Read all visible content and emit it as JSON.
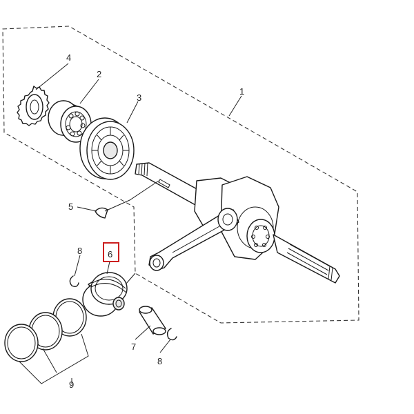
{
  "diagram": {
    "callouts": [
      {
        "id": "1",
        "label": "1"
      },
      {
        "id": "2",
        "label": "2"
      },
      {
        "id": "3",
        "label": "3"
      },
      {
        "id": "4",
        "label": "4"
      },
      {
        "id": "5",
        "label": "5"
      },
      {
        "id": "6",
        "label": "6"
      },
      {
        "id": "7",
        "label": "7"
      },
      {
        "id": "8a",
        "label": "8"
      },
      {
        "id": "8b",
        "label": "8"
      },
      {
        "id": "9",
        "label": "9"
      }
    ],
    "highlight": {
      "target": "6",
      "color": "#cc1f1f"
    },
    "line_color": "#1a1a1a"
  }
}
